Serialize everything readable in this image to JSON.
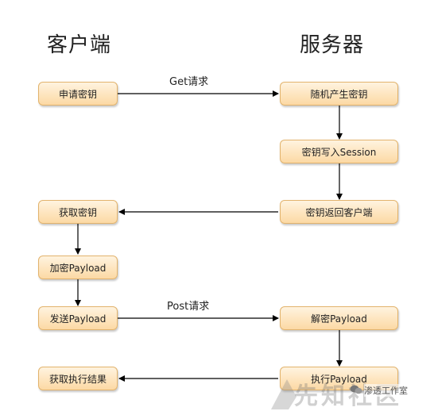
{
  "columns": {
    "client": "客户端",
    "server": "服务器"
  },
  "client_steps": [
    "申请密钥",
    "获取密钥",
    "加密Payload",
    "发送Payload",
    "获取执行结果"
  ],
  "server_steps": [
    "随机产生密钥",
    "密钥写入Session",
    "密钥返回客户端",
    "解密Payload",
    "执行Payload"
  ],
  "arrow_labels": {
    "get": "Get请求",
    "post": "Post请求"
  },
  "watermark": {
    "text": "先知社区",
    "sub": "渗透工作室",
    "logo": "wechat-logo"
  }
}
